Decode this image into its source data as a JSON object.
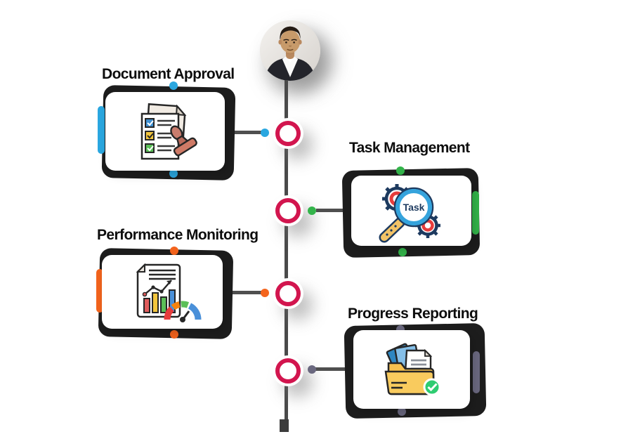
{
  "page": {
    "background": "#ffffff"
  },
  "avatar": {
    "icon": "profile-photo-man-in-suit"
  },
  "timeline": {
    "line_color": "#4a4a4a",
    "node_ring_color": "#d2154e",
    "node_fill": "#ffffff"
  },
  "steps": [
    {
      "title": "Document Approval",
      "side": "left",
      "accent": "#2aa7e0",
      "icon": "approval-checklist-stamp-icon"
    },
    {
      "title": "Task Management",
      "side": "right",
      "accent": "#33b44a",
      "icon": "task-search-gears-icon",
      "icon_label": "Task"
    },
    {
      "title": "Performance Monitoring",
      "side": "left",
      "accent": "#f4641d",
      "icon": "analytics-report-gauge-icon"
    },
    {
      "title": "Progress Reporting",
      "side": "right",
      "accent": "#6a687f",
      "icon": "folder-documents-check-icon"
    }
  ]
}
